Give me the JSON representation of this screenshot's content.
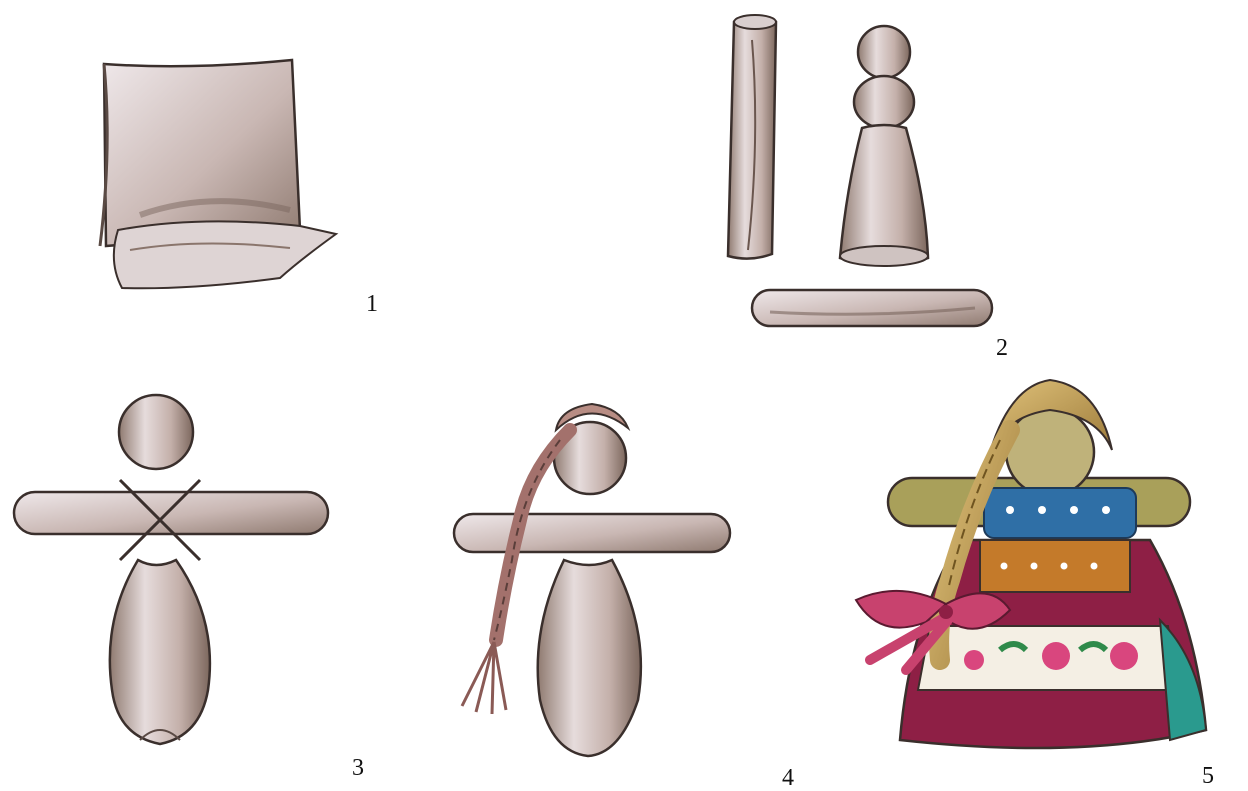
{
  "steps": [
    {
      "number": "1"
    },
    {
      "number": "2"
    },
    {
      "number": "3"
    },
    {
      "number": "4"
    },
    {
      "number": "5"
    }
  ],
  "colors": {
    "fabric_light": "#e8dfe0",
    "fabric_shadow": "#a08b80",
    "outline": "#3a2f2c",
    "hair": "#c7a35a",
    "shirt_blue": "#2f6fa6",
    "apron_orange": "#c47a2a",
    "skirt_crimson": "#8e1f45",
    "ribbon_pink": "#c8426e",
    "leaf_green": "#2f8a4a",
    "band_teal": "#2a9a8e"
  }
}
